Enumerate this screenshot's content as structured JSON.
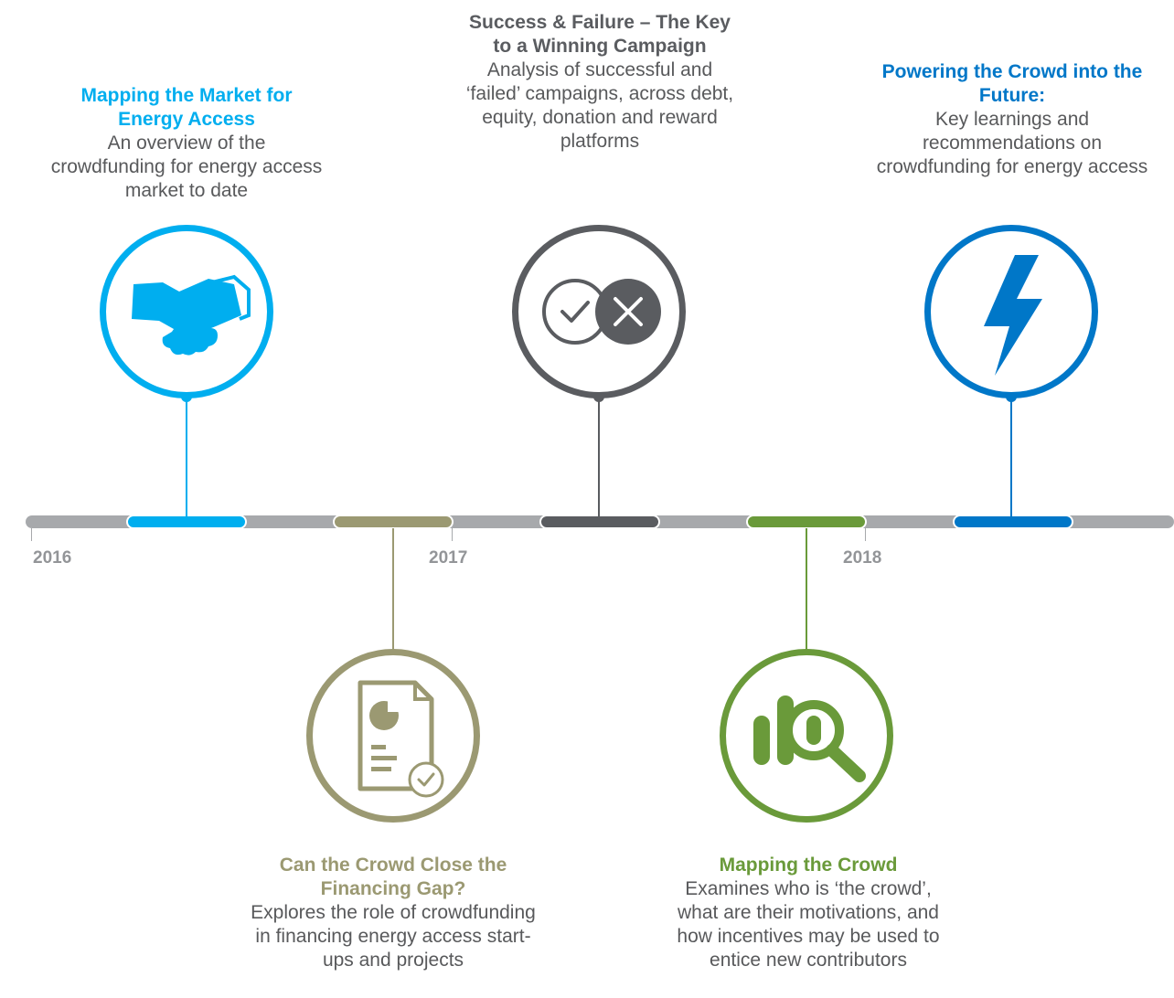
{
  "timeline": {
    "years": [
      {
        "label": "2016"
      },
      {
        "label": "2017"
      },
      {
        "label": "2018"
      }
    ],
    "milestones": [
      {
        "title": "Mapping the Market for Energy Access",
        "description": "An overview of the crowdfunding for energy access market to date",
        "color": "#00aeef",
        "icon": "handshake-icon"
      },
      {
        "title": "Can the Crowd Close the Financing Gap?",
        "description": "Explores the role of crowdfunding in financing energy access start-ups and projects",
        "color": "#9b9972",
        "icon": "report-check-icon"
      },
      {
        "title": "Success & Failure – The Key to a Winning Campaign",
        "description": "Analysis of successful and ‘failed’ campaigns, across debt, equity, donation and reward platforms",
        "color": "#5a5c60",
        "icon": "check-cross-icon"
      },
      {
        "title": "Mapping the Crowd",
        "description": "Examines who is ‘the crowd’, what are their motivations, and how incentives may be used to entice new contributors",
        "color": "#6a9a3a",
        "icon": "bar-chart-magnifier-icon"
      },
      {
        "title": "Powering the Crowd into the Future:",
        "description": "Key learnings and recommendations on crowdfunding for energy access",
        "color": "#0077c8",
        "icon": "lightning-bolt-icon"
      }
    ]
  }
}
